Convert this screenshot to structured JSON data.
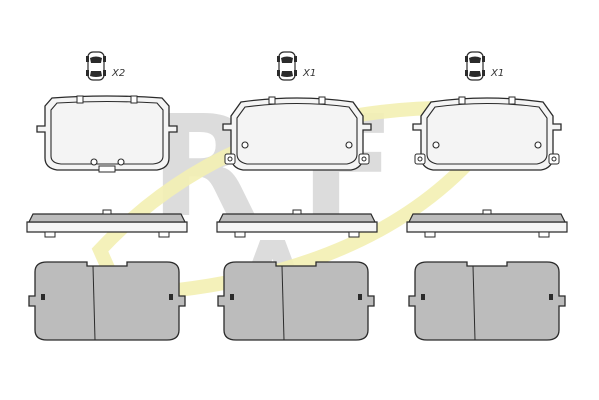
{
  "colors": {
    "outline": "#2b2b2b",
    "pad_fill": "#bcbcbc",
    "pad_fill_light": "#d6d6d6",
    "shim_fill": "#f4f4f4",
    "watermark_gray": "#dcdcdc",
    "watermark_swoosh": "#f3efb3"
  },
  "icons": {
    "vehicle_axle": "car-top-view-icon",
    "watermark": "rf-logo-watermark"
  },
  "columns": [
    {
      "quantity": "X2"
    },
    {
      "quantity": "X1"
    },
    {
      "quantity": "X1"
    }
  ]
}
